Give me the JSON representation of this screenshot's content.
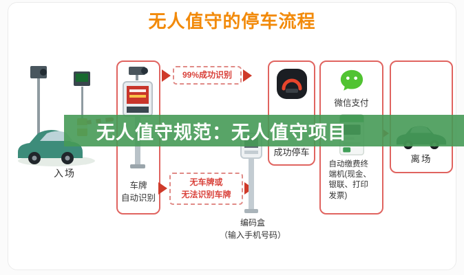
{
  "title": "无人值守的停车流程",
  "watermark": "无人值守规范：无人值守项目",
  "stages": {
    "entry": {
      "label": "入场"
    },
    "recognition": {
      "label": "车牌\n自动识别"
    },
    "success": {
      "label": "99%成功识别"
    },
    "no_plate": {
      "label": "无车牌或\n无法识别车牌"
    },
    "coding_box": {
      "label": "编码盒\n（输入手机号码）"
    },
    "parked": {
      "label": "成功停车"
    },
    "wechat": {
      "label": "微信支付"
    },
    "terminal": {
      "label": "自动缴费终端机(现金、银联、打印发票)"
    },
    "exit": {
      "label": "离场"
    }
  },
  "colors": {
    "accent_orange": "#f28a0a",
    "panel_red": "#e0635f",
    "arrow_red": "#cf3a2a",
    "banner_green": "#469a56",
    "wechat_green": "#51c332"
  }
}
